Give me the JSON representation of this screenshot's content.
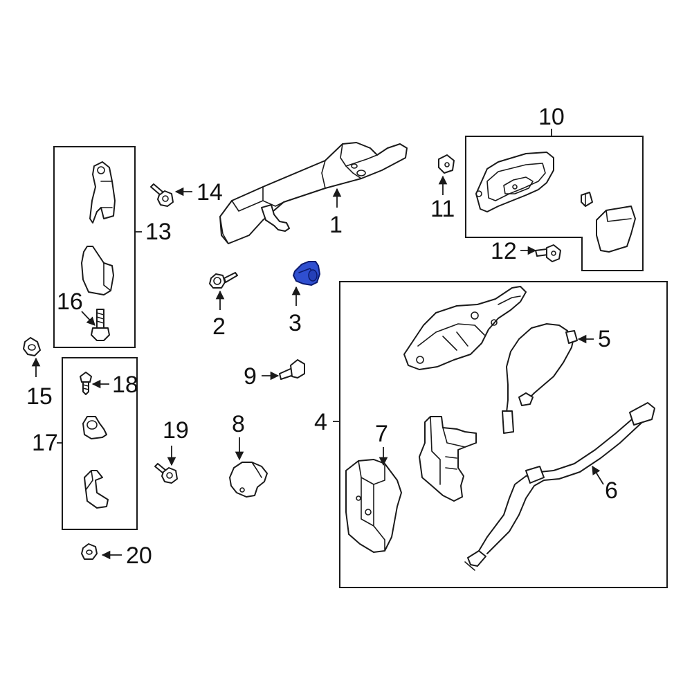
{
  "diagram": {
    "highlight_color": "#2f4fd0",
    "line_color": "#1a1a1a",
    "background": "#ffffff",
    "highlighted_part": "3",
    "callouts": {
      "c1": "1",
      "c2": "2",
      "c3": "3",
      "c4": "4",
      "c5": "5",
      "c6": "6",
      "c7": "7",
      "c8": "8",
      "c9": "9",
      "c10": "10",
      "c11": "11",
      "c12": "12",
      "c13": "13",
      "c14": "14",
      "c15": "15",
      "c16": "16",
      "c17": "17",
      "c18": "18",
      "c19": "19",
      "c20": "20"
    }
  }
}
